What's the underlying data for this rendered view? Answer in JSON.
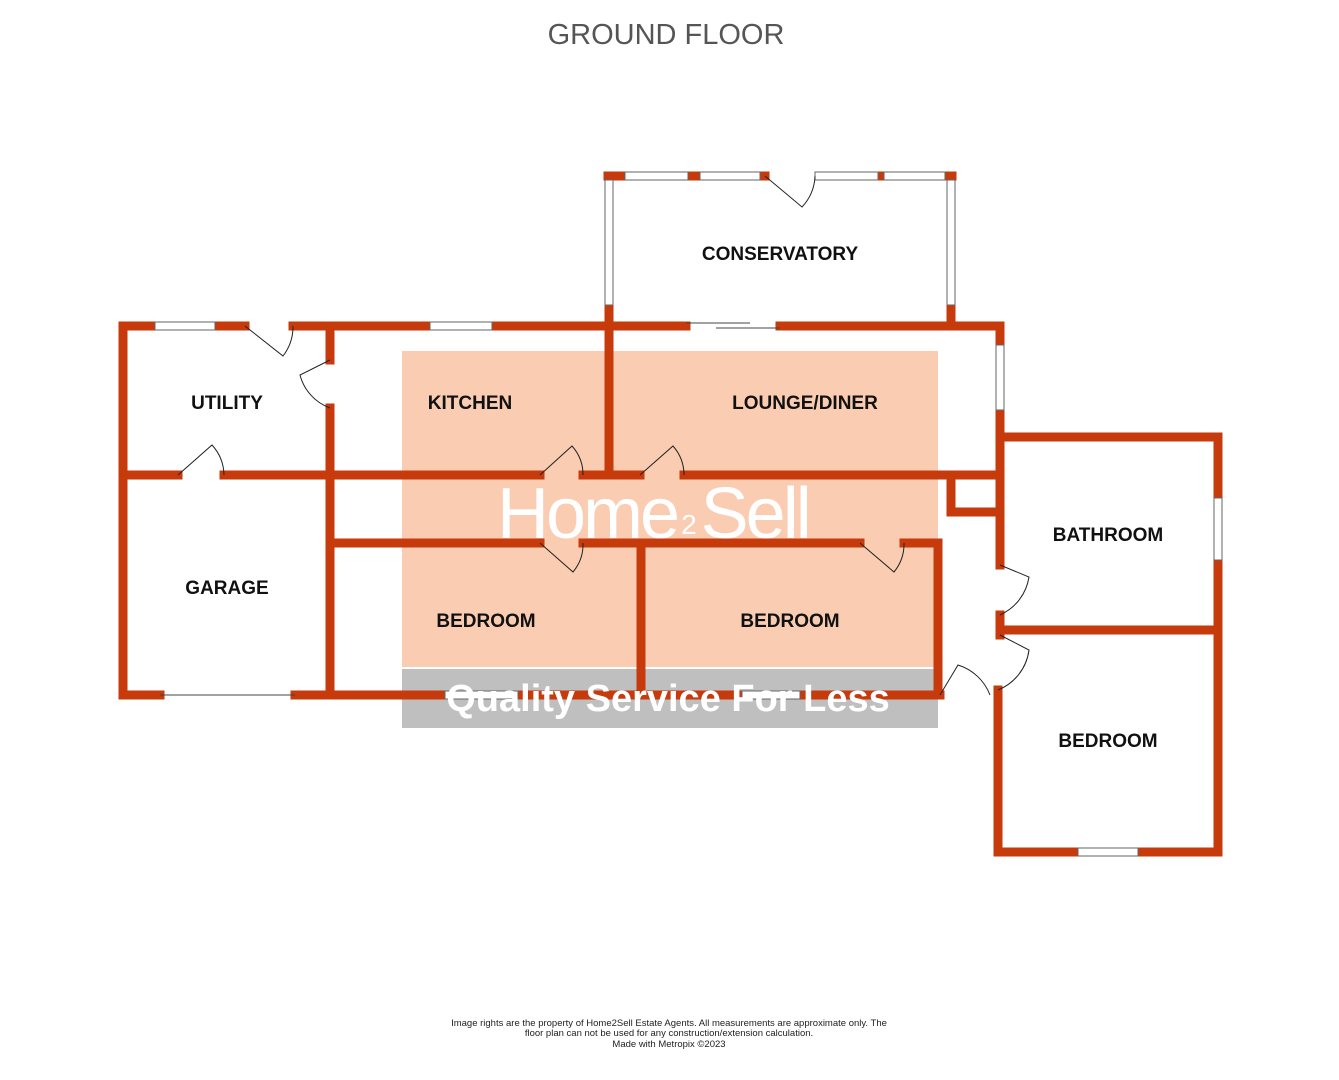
{
  "plan": {
    "title": "GROUND FLOOR",
    "rooms": {
      "conservatory": "CONSERVATORY",
      "utility": "UTILITY",
      "kitchen": "KITCHEN",
      "lounge": "LOUNGE/DINER",
      "garage": "GARAGE",
      "bedroom1": "BEDROOM",
      "bedroom2": "BEDROOM",
      "bathroom": "BATHROOM",
      "bedroom3": "BEDROOM"
    },
    "wall_color": "#c63a0c"
  },
  "watermark": {
    "brand_main": "Home",
    "brand_number": "2",
    "brand_end": "Sell",
    "tagline": "Quality Service For Less",
    "fill_color": "#f8bf9c",
    "band_color": "#b4b4b4"
  },
  "footer": {
    "line1": "Image rights are the property of Home2Sell Estate Agents. All measurements are approximate only. The",
    "line2": "floor plan can not be used for any construction/extension calculation.",
    "line3": "Made with Metropix ©2023"
  }
}
